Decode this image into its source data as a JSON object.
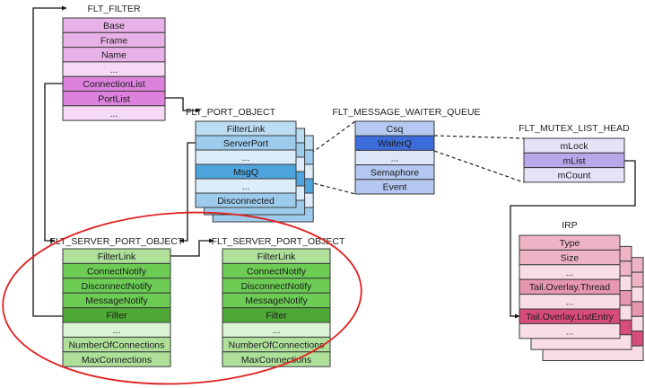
{
  "diagram": {
    "structs": [
      {
        "id": "flt-filter",
        "title": "FLT_FILTER",
        "stack": 1,
        "fields": [
          {
            "label": "Base",
            "color": "#e8b2e8"
          },
          {
            "label": "Frame",
            "color": "#e8b2e8"
          },
          {
            "label": "Name",
            "color": "#e8b2e8"
          },
          {
            "label": "...",
            "color": "#f5d9f5"
          },
          {
            "label": "ConnectionList",
            "color": "#dc82dc"
          },
          {
            "label": "PortList",
            "color": "#dc82dc"
          },
          {
            "label": "...",
            "color": "#f5d9f5"
          }
        ]
      },
      {
        "id": "flt-port-object",
        "title": "FLT_PORT_OBJECT",
        "stack": 3,
        "fields": [
          {
            "label": "FilterLink",
            "color": "#bcdcf2"
          },
          {
            "label": "ServerPort",
            "color": "#9ccbec"
          },
          {
            "label": "...",
            "color": "#dcecf8"
          },
          {
            "label": "MsgQ",
            "color": "#4ea4dc"
          },
          {
            "label": "...",
            "color": "#dcecf8"
          },
          {
            "label": "Disconnected",
            "color": "#9ccbec"
          }
        ]
      },
      {
        "id": "flt-message-waiter-queue",
        "title": "FLT_MESSAGE_WAITER_QUEUE",
        "stack": 1,
        "fields": [
          {
            "label": "Csq",
            "color": "#b4c8f2"
          },
          {
            "label": "WaiterQ",
            "color": "#3c6cdc"
          },
          {
            "label": "...",
            "color": "#dce6f8"
          },
          {
            "label": "Semaphore",
            "color": "#b4c8f2"
          },
          {
            "label": "Event",
            "color": "#b4c8f2"
          }
        ]
      },
      {
        "id": "flt-mutex-list-head",
        "title": "FLT_MUTEX_LIST_HEAD",
        "stack": 1,
        "fields": [
          {
            "label": "mLock",
            "color": "#e6e2f8"
          },
          {
            "label": "mList",
            "color": "#b8a8ea"
          },
          {
            "label": "mCount",
            "color": "#e6e2f8"
          }
        ]
      },
      {
        "id": "irp",
        "title": "IRP",
        "stack": 3,
        "fields": [
          {
            "label": "Type",
            "color": "#eeb4c6"
          },
          {
            "label": "Size",
            "color": "#eeb4c6"
          },
          {
            "label": "...",
            "color": "#f8dce6"
          },
          {
            "label": "Tail.Overlay.Thread",
            "color": "#e696ae"
          },
          {
            "label": "...",
            "color": "#f8dce6"
          },
          {
            "label": "Tail.Overlay.ListEntry",
            "color": "#d84c7c"
          },
          {
            "label": "...",
            "color": "#f8dce6"
          }
        ]
      },
      {
        "id": "flt-server-port-object-1",
        "title": "FLT_SERVER_PORT_OBJECT",
        "stack": 1,
        "fields": [
          {
            "label": "FilterLink",
            "color": "#aee09a"
          },
          {
            "label": "ConnectNotify",
            "color": "#6ccc54"
          },
          {
            "label": "DisconnectNotify",
            "color": "#6ccc54"
          },
          {
            "label": "MessageNotify",
            "color": "#6ccc54"
          },
          {
            "label": "Filter",
            "color": "#4ea836"
          },
          {
            "label": "...",
            "color": "#dcf2d4"
          },
          {
            "label": "NumberOfConnections",
            "color": "#aee09a"
          },
          {
            "label": "MaxConnections",
            "color": "#aee09a"
          }
        ]
      },
      {
        "id": "flt-server-port-object-2",
        "title": "FLT_SERVER_PORT_OBJECT",
        "stack": 1,
        "fields": [
          {
            "label": "FilterLink",
            "color": "#aee09a"
          },
          {
            "label": "ConnectNotify",
            "color": "#6ccc54"
          },
          {
            "label": "DisconnectNotify",
            "color": "#6ccc54"
          },
          {
            "label": "MessageNotify",
            "color": "#6ccc54"
          },
          {
            "label": "Filter",
            "color": "#4ea836"
          },
          {
            "label": "...",
            "color": "#dcf2d4"
          },
          {
            "label": "NumberOfConnections",
            "color": "#aee09a"
          },
          {
            "label": "MaxConnections",
            "color": "#aee09a"
          }
        ]
      }
    ],
    "links": [
      {
        "from": "FLT_SERVER_PORT_OBJECT.Filter",
        "to": "FLT_FILTER",
        "style": "arrow"
      },
      {
        "from": "FLT_FILTER.ConnectionList",
        "to": "FLT_SERVER_PORT_OBJECT",
        "style": "arrow"
      },
      {
        "from": "FLT_FILTER.PortList",
        "to": "FLT_PORT_OBJECT",
        "style": "arrow"
      },
      {
        "from": "FLT_PORT_OBJECT.ServerPort",
        "to": "FLT_SERVER_PORT_OBJECT",
        "style": "arrow"
      },
      {
        "from": "FLT_SERVER_PORT_OBJECT.FilterLink",
        "to": "FLT_SERVER_PORT_OBJECT (next)",
        "style": "arrow"
      },
      {
        "from": "FLT_PORT_OBJECT.MsgQ",
        "to": "FLT_MESSAGE_WAITER_QUEUE",
        "style": "dashed"
      },
      {
        "from": "FLT_MESSAGE_WAITER_QUEUE.WaiterQ",
        "to": "FLT_MUTEX_LIST_HEAD",
        "style": "dashed"
      },
      {
        "from": "FLT_MUTEX_LIST_HEAD.mList",
        "to": "IRP.Tail.Overlay.ListEntry",
        "style": "arrow"
      }
    ],
    "highlight": {
      "target": "FLT_SERVER_PORT_OBJECT list",
      "color": "#e02020"
    }
  }
}
